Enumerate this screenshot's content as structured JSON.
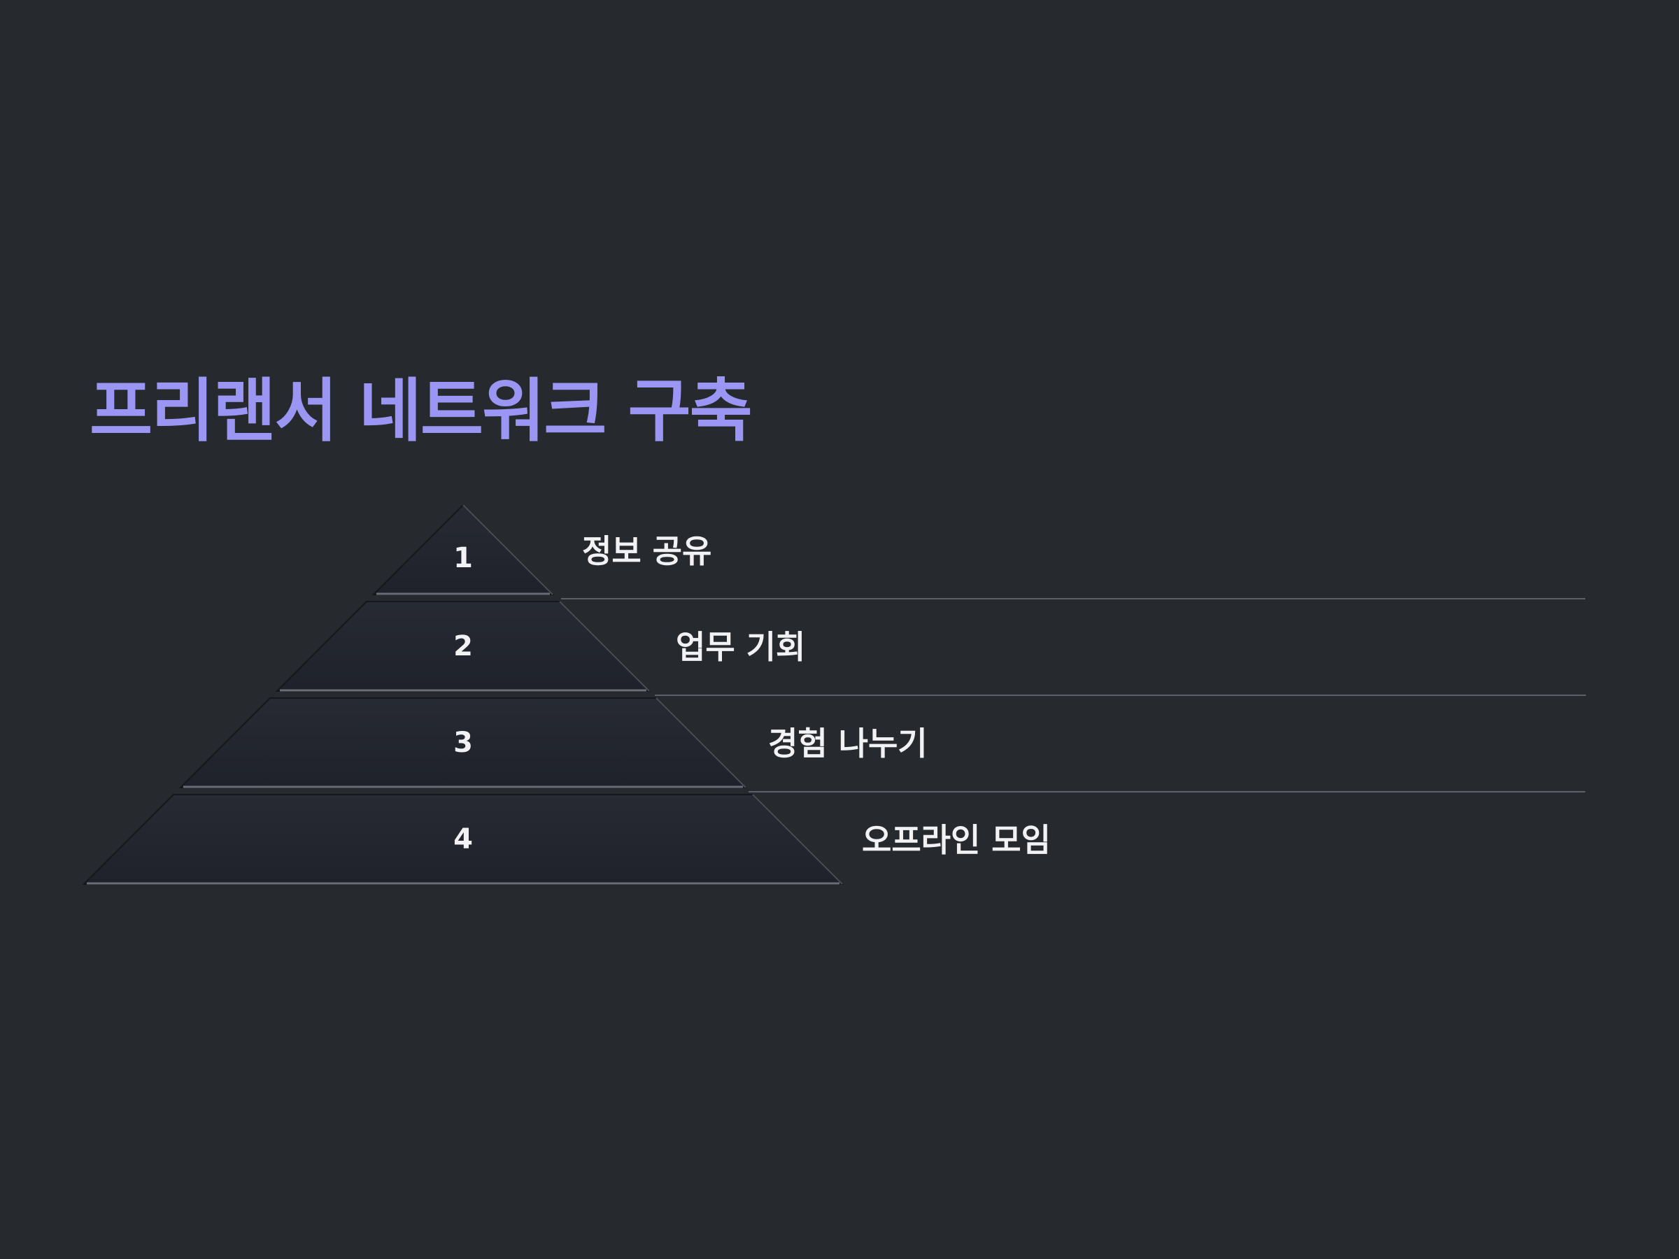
{
  "title": "프리랜서 네트워크 구축",
  "levels": [
    {
      "number": "1",
      "label": "정보 공유"
    },
    {
      "number": "2",
      "label": "업무 기회"
    },
    {
      "number": "3",
      "label": "경험 나누기"
    },
    {
      "number": "4",
      "label": "오프라인 모임"
    }
  ],
  "colors": {
    "background": "#26292e",
    "title": "#9b96f3",
    "tier_fill": "#22252d",
    "text": "#f2f2f4",
    "divider": "#5d6068"
  }
}
